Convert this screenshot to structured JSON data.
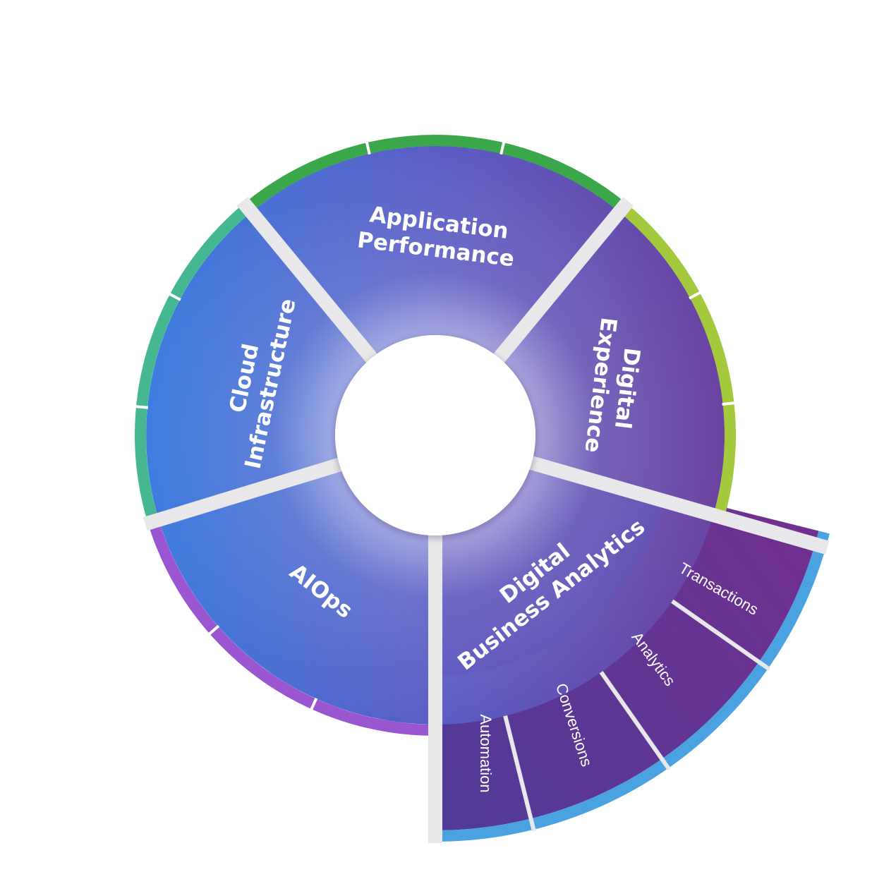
{
  "segments": [
    {
      "id": "application-performance",
      "lines": [
        "Application",
        "Performance"
      ],
      "rim_color": "#3aa84a"
    },
    {
      "id": "digital-experience",
      "lines": [
        "Digital",
        "Experience"
      ],
      "rim_color": "#a4c93c"
    },
    {
      "id": "digital-business-analytics",
      "lines": [
        "Digital",
        "Business Analytics"
      ],
      "rim_color": "#4aa3e0"
    },
    {
      "id": "aiops",
      "lines": [
        "AIOps"
      ],
      "rim_color": "#9a56d0"
    },
    {
      "id": "cloud-infrastructure",
      "lines": [
        "Cloud",
        "Infrastructure"
      ],
      "rim_color": "#45b892"
    }
  ],
  "sub_segments": [
    {
      "id": "transactions",
      "label": "Transactions"
    },
    {
      "id": "analytics",
      "label": "Analytics"
    },
    {
      "id": "conversions",
      "label": "Conversions"
    },
    {
      "id": "automation",
      "label": "Automation"
    }
  ],
  "colors": {
    "blue": "#3c7de0",
    "indigo": "#5a5bc4",
    "purple": "#6a3f9a",
    "sub_dark": "#4a2f88",
    "sub_light": "#6f3196",
    "separator": "#e8e8ea"
  }
}
